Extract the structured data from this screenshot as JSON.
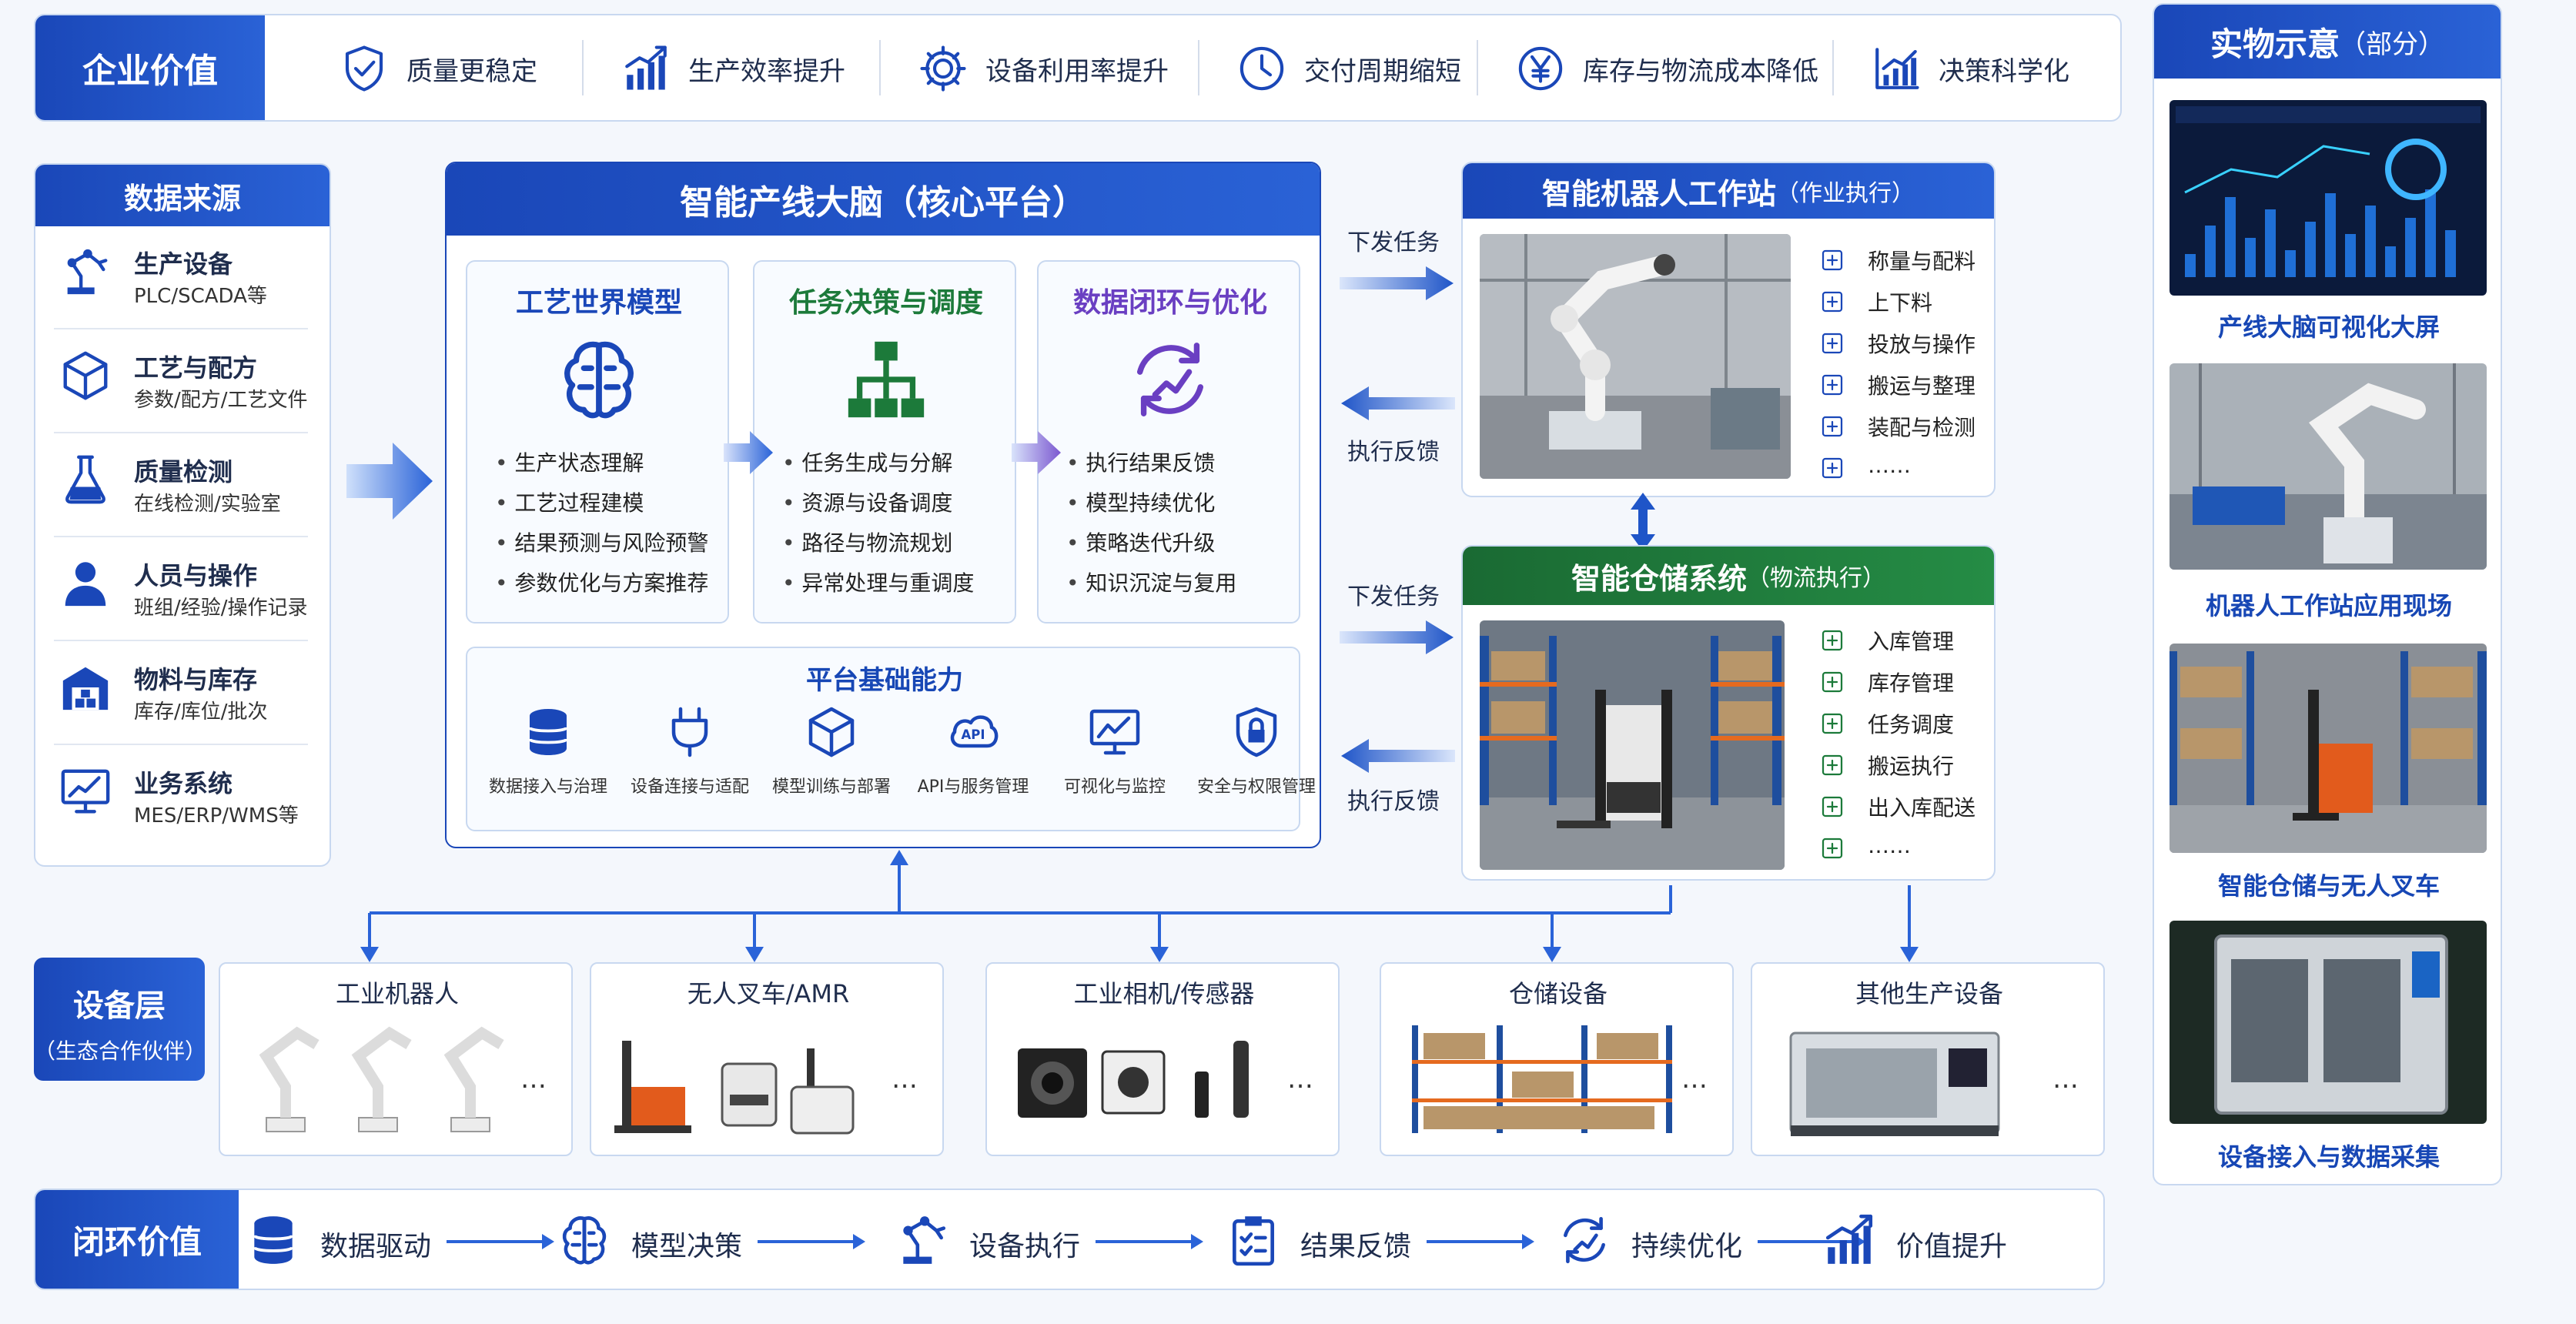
{
  "value_bar": {
    "title": "企业价值",
    "items": [
      {
        "label": "质量更稳定",
        "icon": "shield-check-icon"
      },
      {
        "label": "生产效率提升",
        "icon": "bar-growth-icon"
      },
      {
        "label": "设备利用率提升",
        "icon": "gear-icon"
      },
      {
        "label": "交付周期缩短",
        "icon": "clock-icon"
      },
      {
        "label": "库存与物流成本降低",
        "icon": "yen-icon"
      },
      {
        "label": "决策科学化",
        "icon": "chart-icon"
      }
    ]
  },
  "data_sources": {
    "title": "数据来源",
    "items": [
      {
        "name": "生产设备",
        "desc": "PLC/SCADA等",
        "icon": "robot-arm-icon"
      },
      {
        "name": "工艺与配方",
        "desc": "参数/配方/工艺文件",
        "icon": "cube-icon"
      },
      {
        "name": "质量检测",
        "desc": "在线检测/实验室",
        "icon": "flask-icon"
      },
      {
        "name": "人员与操作",
        "desc": "班组/经验/操作记录",
        "icon": "person-icon"
      },
      {
        "name": "物料与库存",
        "desc": "库存/库位/批次",
        "icon": "warehouse-icon"
      },
      {
        "name": "业务系统",
        "desc": "MES/ERP/WMS等",
        "icon": "monitor-icon"
      }
    ]
  },
  "brain": {
    "title": "智能产线大脑（核心平台）",
    "modules": [
      {
        "title": "工艺世界模型",
        "icon": "brain-icon",
        "bullets": [
          "生产状态理解",
          "工艺过程建模",
          "结果预测与风险预警",
          "参数优化与方案推荐"
        ]
      },
      {
        "title": "任务决策与调度",
        "icon": "hierarchy-icon",
        "bullets": [
          "任务生成与分解",
          "资源与设备调度",
          "路径与物流规划",
          "异常处理与重调度"
        ]
      },
      {
        "title": "数据闭环与优化",
        "icon": "cycle-growth-icon",
        "bullets": [
          "执行结果反馈",
          "模型持续优化",
          "策略迭代升级",
          "知识沉淀与复用"
        ]
      }
    ],
    "foundation": {
      "title": "平台基础能力",
      "items": [
        {
          "label": "数据接入与治理",
          "icon": "database-icon"
        },
        {
          "label": "设备连接与适配",
          "icon": "plug-icon"
        },
        {
          "label": "模型训练与部署",
          "icon": "cube-icon"
        },
        {
          "label": "API与服务管理",
          "icon": "api-cloud-icon",
          "badge": "API"
        },
        {
          "label": "可视化与监控",
          "icon": "monitor-chart-icon"
        },
        {
          "label": "安全与权限管理",
          "icon": "lock-shield-icon"
        }
      ]
    }
  },
  "arrows": {
    "dispatch": "下发任务",
    "feedback": "执行反馈"
  },
  "robot_station": {
    "title": "智能机器人工作站",
    "subtitle": "（作业执行）",
    "items": [
      "称量与配料",
      "上下料",
      "投放与操作",
      "搬运与整理",
      "装配与检测",
      "……"
    ]
  },
  "warehouse": {
    "title": "智能仓储系统",
    "subtitle": "（物流执行）",
    "items": [
      "入库管理",
      "库存管理",
      "任务调度",
      "搬运执行",
      "出入库配送",
      "……"
    ]
  },
  "equipment": {
    "title": "设备层",
    "subtitle": "（生态合作伙伴）",
    "groups": [
      {
        "label": "工业机器人",
        "more": "…"
      },
      {
        "label": "无人叉车/AMR",
        "more": "…"
      },
      {
        "label": "工业相机/传感器",
        "more": "…"
      },
      {
        "label": "仓储设备",
        "more": "…"
      },
      {
        "label": "其他生产设备",
        "more": "…"
      }
    ]
  },
  "showcase": {
    "title": "实物示意",
    "title_suffix": "（部分）",
    "items": [
      {
        "caption": "产线大脑可视化大屏"
      },
      {
        "caption": "机器人工作站应用现场"
      },
      {
        "caption": "智能仓储与无人叉车"
      },
      {
        "caption": "设备接入与数据采集"
      }
    ]
  },
  "loop": {
    "title": "闭环价值",
    "steps": [
      {
        "label": "数据驱动",
        "icon": "database-icon"
      },
      {
        "label": "模型决策",
        "icon": "brain-icon"
      },
      {
        "label": "设备执行",
        "icon": "robot-arm-icon"
      },
      {
        "label": "结果反馈",
        "icon": "clipboard-icon"
      },
      {
        "label": "持续优化",
        "icon": "cycle-growth-icon"
      },
      {
        "label": "价值提升",
        "icon": "bar-growth-icon"
      }
    ]
  },
  "colors": {
    "primary_blue": "#1a47b8",
    "green": "#1c7a3a",
    "purple": "#6a3fc2"
  }
}
